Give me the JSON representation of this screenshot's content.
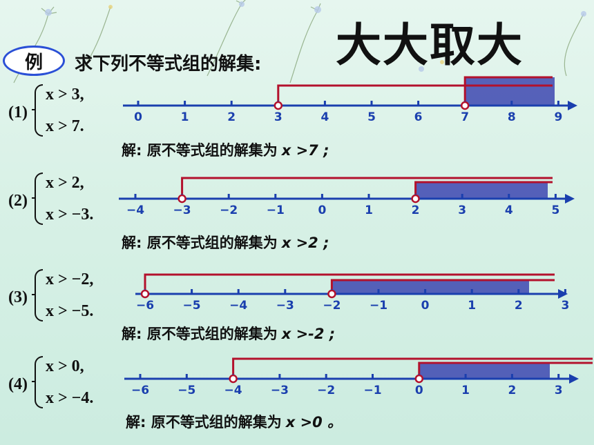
{
  "title": "大大取大",
  "example_label": "例",
  "prompt": "求下列不等式组的解集:",
  "problems": [
    {
      "label": "(1)",
      "ineq1": "x > 3,",
      "ineq2": "x > 7.",
      "answer_text": "解: 原不等式组的解集为",
      "answer_value": "x >7 ;",
      "ticks": [
        0,
        1,
        2,
        3,
        4,
        5,
        6,
        7,
        8,
        9
      ],
      "range": [
        0,
        9
      ],
      "bound_a": 3,
      "bound_b": 7
    },
    {
      "label": "(2)",
      "ineq1": "x > 2,",
      "ineq2": "x > −3.",
      "answer_text": "解: 原不等式组的解集为",
      "answer_value": "x >2 ;",
      "ticks": [
        -4,
        -3,
        -2,
        -1,
        0,
        1,
        2,
        3,
        4,
        5
      ],
      "range": [
        -4,
        5
      ],
      "bound_a": -3,
      "bound_b": 2
    },
    {
      "label": "(3)",
      "ineq1": "x > −2,",
      "ineq2": "x > −5.",
      "answer_text": "解: 原不等式组的解集为",
      "answer_value": "x >-2 ;",
      "ticks": [
        -6,
        -5,
        -4,
        -3,
        -2,
        -1,
        0,
        1,
        2,
        3
      ],
      "range": [
        -6,
        3
      ],
      "bound_a": -6,
      "bound_b": -2
    },
    {
      "label": "(4)",
      "ineq1": "x > 0,",
      "ineq2": "x > −4.",
      "answer_text": "解: 原不等式组的解集为",
      "answer_value": "x >0 。",
      "ticks": [
        -6,
        -5,
        -4,
        -3,
        -2,
        -1,
        0,
        1,
        2,
        3
      ],
      "range": [
        -6,
        3
      ],
      "bound_a": -4,
      "bound_b": 0
    }
  ],
  "colors": {
    "axis": "#1a3fae",
    "bracket": "#b3112c",
    "shade": "#3d47b0",
    "oval_border": "#2a4fd6"
  }
}
